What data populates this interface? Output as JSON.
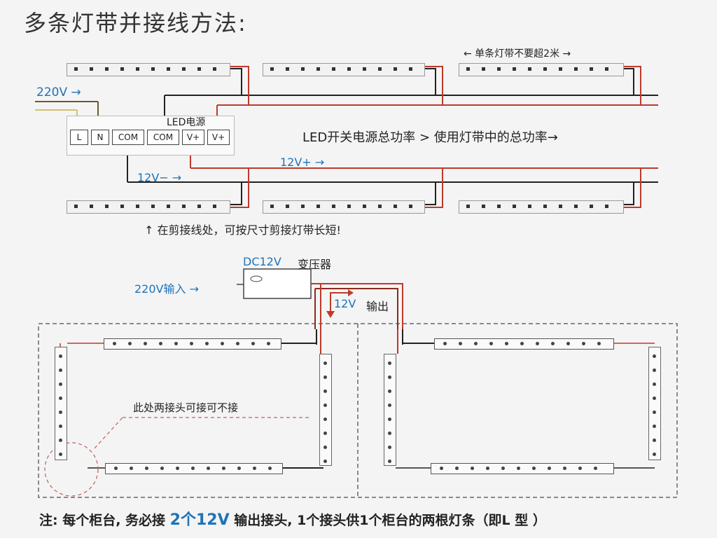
{
  "title": "多条灯带并接线方法:",
  "top_note": "← 单条灯带不要超2米 →",
  "label_220v": "220V →",
  "psu_label": "LED电源",
  "terminals": [
    "L",
    "N",
    "COM",
    "COM",
    "V+",
    "V+"
  ],
  "power_note": "LED开关电源总功率 > 使用灯带中的总功率→",
  "label_12v_plus": "12V+ →",
  "label_12v_minus": "12V− →",
  "cut_note": "↑ 在剪接线处，可按尺寸剪接灯带长短!",
  "transformer_dc": "DC12V",
  "transformer_label": "变压器",
  "input_label": "220V输入 →",
  "output_12v": "12V",
  "output_label": "输出",
  "joint_note": "此处两接头可接可不接",
  "bottom_note": {
    "part1": "注: 每个柜台, 务必接",
    "highlight": "2个12V",
    "part2": "输出接头, 1个接头供1个柜台的两根灯条（即L 型 ）"
  },
  "colors": {
    "red_wire": "#c0392b",
    "black_wire": "#222222",
    "accent_blue": "#1e73b8"
  }
}
